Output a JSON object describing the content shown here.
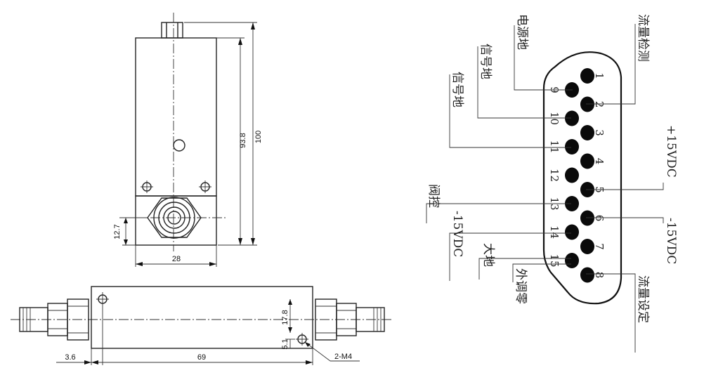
{
  "drawing": {
    "dimensions": {
      "height_total": "100",
      "height_body": "93.8",
      "width_front": "28",
      "port_offset": "12.7",
      "length_body": "69",
      "end_offset": "3.6",
      "hole_spacing": "17.8",
      "hole_edge": "5.1",
      "thread_callout": "2-M4"
    }
  },
  "connector": {
    "pins_top": [
      "1",
      "2",
      "3",
      "4",
      "5",
      "6",
      "7",
      "8"
    ],
    "pins_bottom": [
      "9",
      "10",
      "11",
      "12",
      "13",
      "14",
      "15"
    ],
    "labels": {
      "power_ground": "电源地",
      "signal_ground_1": "信号地",
      "signal_ground_2": "信号地",
      "flow_detect": "流量检测",
      "pos_15vdc": "+15VDC",
      "valve_control": "阀控",
      "neg_15vdc_left": "-15VDC",
      "earth": "大地",
      "external_zero": "外调零",
      "neg_15vdc_right": "-15VDC",
      "flow_setting": "流量设定"
    }
  }
}
